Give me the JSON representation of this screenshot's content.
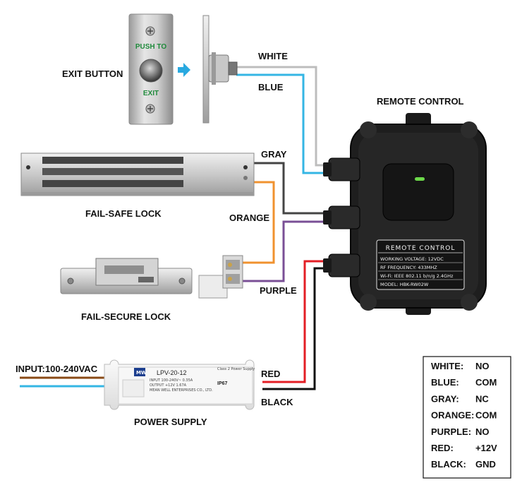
{
  "colors": {
    "white_wire": "#bdbdbd",
    "blue_wire": "#34b6e4",
    "gray_wire": "#444444",
    "orange_wire": "#f0922f",
    "purple_wire": "#7a4f96",
    "red_wire": "#e31e24",
    "black_wire": "#111111",
    "brown_wire": "#8a4a16",
    "accent_arrow": "#29a9e0",
    "led_green": "#6cd84a",
    "green_text": "#1f8a3b"
  },
  "exit_button": {
    "label": "EXIT BUTTON",
    "plate_top": "PUSH TO",
    "plate_bottom": "EXIT"
  },
  "wires": {
    "white": "WHITE",
    "blue": "BLUE",
    "gray": "GRAY",
    "orange": "ORANGE",
    "purple": "PURPLE",
    "red": "RED",
    "black": "BLACK"
  },
  "remote_control": {
    "title": "REMOTE CONTROL",
    "plate_title": "REMOTE CONTROL",
    "specs": [
      "WORKING VOLTAGE: 12VDC",
      "RF FREQUENCY: 433MHZ",
      "Wi-Fi: IEEE 802.11 b/n/g 2.4GHz",
      "MODEL: HBK-RW02W"
    ]
  },
  "fail_safe_lock": {
    "label": "FAIL-SAFE LOCK"
  },
  "fail_secure_lock": {
    "label": "FAIL-SECURE LOCK"
  },
  "power_supply": {
    "label": "POWER SUPPLY",
    "input_label": "INPUT:100-240VAC",
    "model": "LPV-20-12",
    "brand": "MW",
    "class_text": "Class 2 Power Supply",
    "rating": "IP67",
    "small_lines": [
      "INPUT 100-240V~ 0.35A",
      "OUTPUT +12V 1.67A",
      "MEAN WELL ENTERPRISES CO., LTD."
    ]
  },
  "legend": [
    {
      "wire": "WHITE:",
      "function": "NO"
    },
    {
      "wire": "BLUE:",
      "function": "COM"
    },
    {
      "wire": "GRAY:",
      "function": "NC"
    },
    {
      "wire": "ORANGE:",
      "function": "COM"
    },
    {
      "wire": "PURPLE:",
      "function": "NO"
    },
    {
      "wire": "RED:",
      "function": "+12V"
    },
    {
      "wire": "BLACK:",
      "function": "GND"
    }
  ]
}
